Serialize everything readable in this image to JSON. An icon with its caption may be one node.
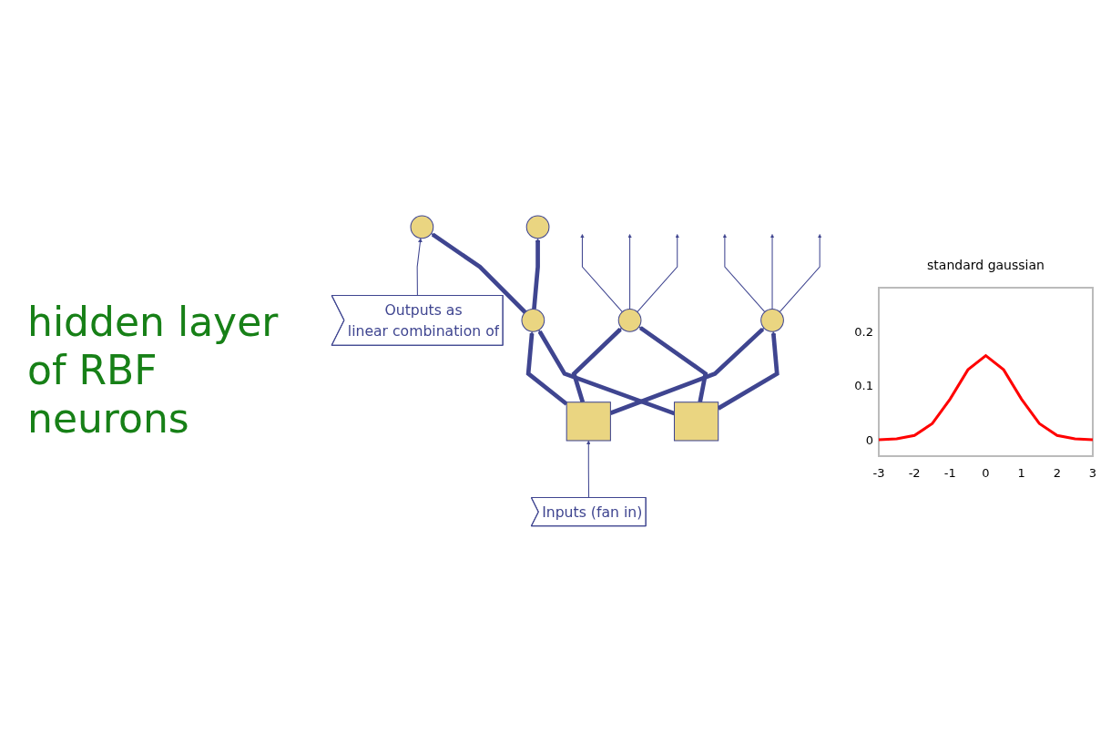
{
  "diagram": {
    "nodes": [
      {
        "text": [
          "Outputs as",
          "linear combination of"
        ]
      },
      {
        "text": [],
        "shape": "circle"
      },
      {
        "text": [],
        "shape": "circle"
      },
      {
        "text": [],
        "shape": "circle"
      },
      {
        "text": [],
        "shape": "circle"
      },
      {
        "text": [],
        "shape": "circle"
      },
      {
        "text": [
          "Inputs (fan in)"
        ]
      },
      {
        "text": [],
        "shape": "box"
      },
      {
        "text": [],
        "shape": "box"
      }
    ],
    "edges": [
      {
        "from": 0,
        "to": 1,
        "arrow": "to"
      },
      {
        "from": 3,
        "to": 1,
        "arrow": "to",
        "style": "thick"
      },
      {
        "from": 3,
        "to": 2,
        "arrow": "to",
        "style": "thick"
      },
      {
        "from": 4,
        "to": null,
        "arrow": "to"
      },
      {
        "from": 4,
        "to": null,
        "arrow": "to"
      },
      {
        "from": 4,
        "to": null,
        "arrow": "to"
      },
      {
        "from": 5,
        "to": null,
        "arrow": "to"
      },
      {
        "from": 5,
        "to": null,
        "arrow": "to"
      },
      {
        "from": 5,
        "to": null,
        "arrow": "to"
      },
      {
        "from": 7,
        "to": 3,
        "arrow": "to",
        "style": "thick"
      },
      {
        "from": 7,
        "to": 4,
        "arrow": "to",
        "style": "thick"
      },
      {
        "from": 7,
        "to": 5,
        "arrow": "to",
        "style": "thick"
      },
      {
        "from": 8,
        "to": 3,
        "arrow": "to",
        "style": "thick"
      },
      {
        "from": 8,
        "to": 4,
        "arrow": "to",
        "style": "thick"
      },
      {
        "from": 8,
        "to": 5,
        "arrow": "to",
        "style": "thick"
      },
      {
        "from": 6,
        "to": 7,
        "arrow": "to"
      }
    ],
    "labels": [
      "hidden layer of RBF neurons"
    ],
    "chart_data": {
      "type": "line",
      "title": "standard gaussian",
      "x": [
        -3,
        -2.5,
        -2,
        -1.5,
        -1,
        -0.5,
        0,
        0.5,
        1,
        1.5,
        2,
        2.5,
        3
      ],
      "series": [
        {
          "color": "#ff0000",
          "values": [
            0,
            0.002,
            0.008,
            0.03,
            0.075,
            0.129,
            0.155,
            0.129,
            0.075,
            0.03,
            0.008,
            0.002,
            0
          ]
        }
      ],
      "xlim": [
        -3,
        3
      ],
      "ylim": [
        -0.03,
        0.28
      ],
      "xticks": [
        -3,
        -2,
        -1,
        0,
        1,
        2,
        3
      ],
      "yticks": [
        0,
        0.1,
        0.2
      ]
    }
  }
}
